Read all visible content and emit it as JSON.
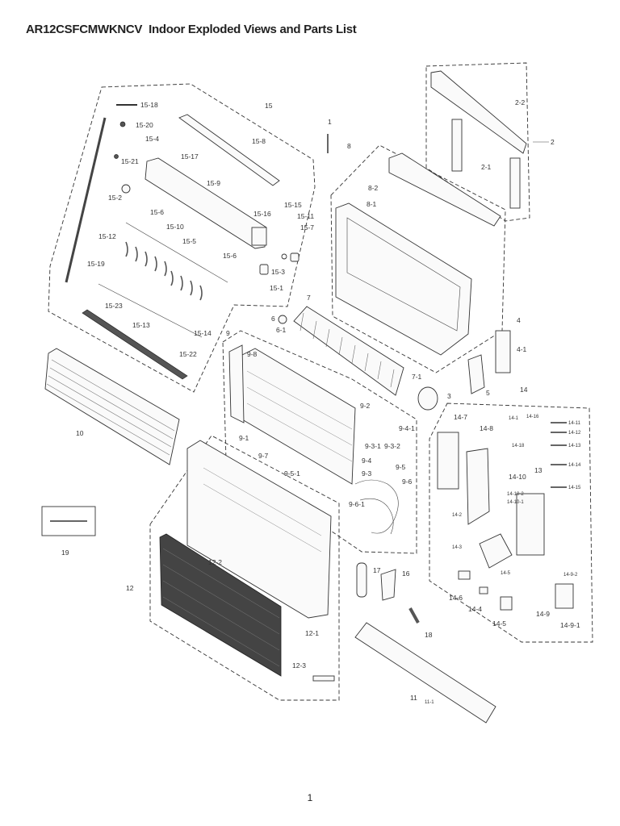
{
  "header": {
    "model": "AR12CSFCMWKNCV",
    "title": "Indoor Exploded Views and Parts List"
  },
  "page_number": "1",
  "callouts": {
    "c15_18": "15-18",
    "c15_20": "15-20",
    "c15_4": "15-4",
    "c15_17": "15-17",
    "c15_21": "15-21",
    "c15": "15",
    "c15_8": "15-8",
    "c15_9": "15-9",
    "c15_2": "15-2",
    "c15_6a": "15-6",
    "c15_10": "15-10",
    "c15_12": "15-12",
    "c15_19": "15-19",
    "c15_5": "15-5",
    "c15_6b": "15-6",
    "c15_16": "15-16",
    "c15_15": "15-15",
    "c15_11": "15-11",
    "c15_7": "15-7",
    "c15_3": "15-3",
    "c15_1": "15-1",
    "c15_23": "15-23",
    "c15_13": "15-13",
    "c15_14": "15-14",
    "c15_22": "15-22",
    "c1": "1",
    "c8": "8",
    "c8_2": "8-2",
    "c8_1": "8-1",
    "c2_2": "2-2",
    "c2": "2",
    "c2_1": "2-1",
    "c6": "6",
    "c6_1": "6-1",
    "c7": "7",
    "c7_1": "7-1",
    "c3": "3",
    "c4": "4",
    "c4_1": "4-1",
    "c5": "5",
    "c9": "9",
    "c9_8": "9-8",
    "c9_2": "9-2",
    "c9_4_1": "9-4-1",
    "c9_3_1": "9-3-1",
    "c9_3_2": "9-3-2",
    "c9_1": "9-1",
    "c9_4": "9-4",
    "c9_3": "9-3",
    "c9_7": "9-7",
    "c9_5_1": "9-5-1",
    "c9_5": "9-5",
    "c9_6": "9-6",
    "c9_6_1": "9-6-1",
    "c10": "10",
    "c14": "14",
    "c14_7": "14-7",
    "c14_1": "14-1",
    "c14_16": "14-16",
    "c14_8": "14-8",
    "c14_18": "14-18",
    "c14_11": "14-11",
    "c14_12": "14-12",
    "c14_13": "14-13",
    "c13": "13",
    "c14_10": "14-10",
    "c14_10_2": "14-10-2",
    "c14_10_1": "14-10-1",
    "c14_14": "14-14",
    "c14_15": "14-15",
    "c14_3": "14-3",
    "c14_5": "14-5",
    "c14_9_2": "14-9-2",
    "c14_6": "14-6",
    "c14_4": "14-4",
    "c14_9": "14-9",
    "c14_9_1": "14-9-1",
    "c14_2": "14-2",
    "c19": "19",
    "c12": "12",
    "c12_2": "12-2",
    "c12_1": "12-1",
    "c12_3": "12-3",
    "c17": "17",
    "c16": "16",
    "c18": "18",
    "c11": "11",
    "c11_1": "11-1"
  }
}
